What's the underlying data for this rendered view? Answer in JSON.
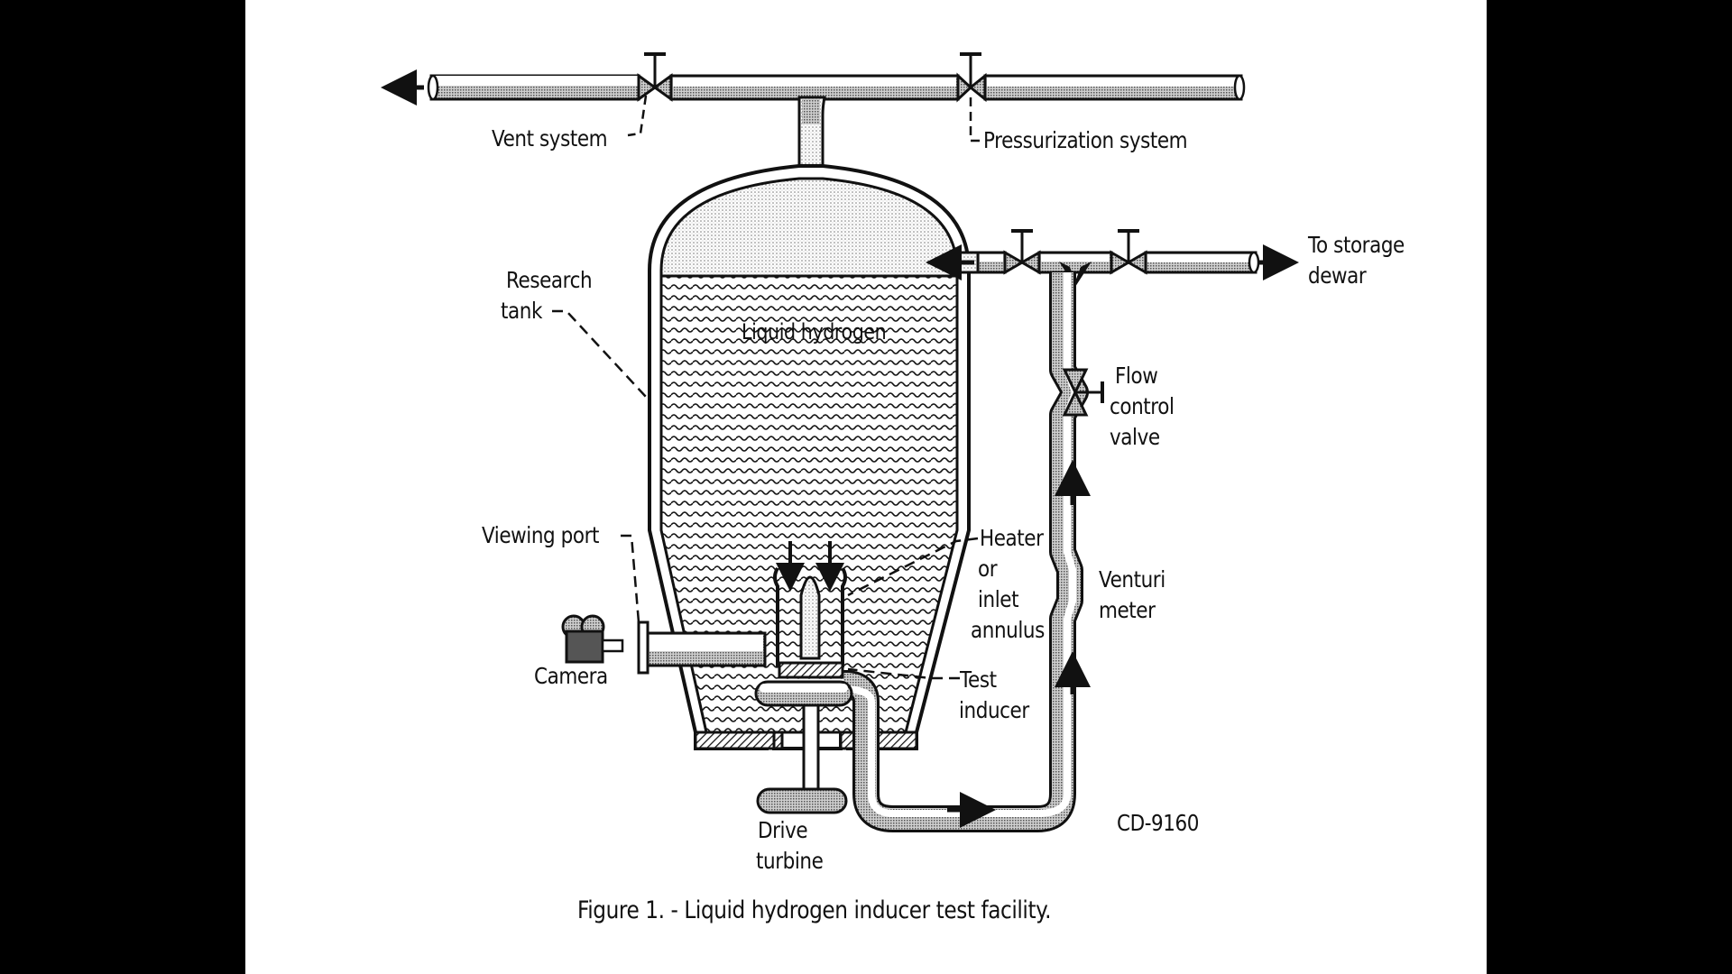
{
  "figure": {
    "caption": "Figure 1. - Liquid hydrogen inducer test facility.",
    "code": "CD-9160",
    "title": "Liquid hydrogen inducer test facility"
  },
  "labels": {
    "vent_system": "Vent system",
    "pressurization_system": "Pressurization system",
    "research_tank_line1": "Research",
    "research_tank_line2": "tank",
    "liquid_hydrogen": "Liquid hydrogen",
    "to_storage_line1": "To storage",
    "to_storage_line2": "dewar",
    "flow_control_line1": "Flow",
    "flow_control_line2": "control",
    "flow_control_line3": "valve",
    "viewing_port": "Viewing port",
    "camera": "Camera",
    "heater_line1": "Heater",
    "heater_line2": "or",
    "heater_line3": "inlet",
    "heater_line4": "annulus",
    "venturi_line1": "Venturi",
    "venturi_line2": "meter",
    "test_inducer_line1": "Test",
    "test_inducer_line2": "inducer",
    "drive_turbine_line1": "Drive",
    "drive_turbine_line2": "turbine"
  },
  "colors": {
    "background": "#ffffff",
    "border": "#000000",
    "ink": "#111111",
    "stipple": "#9a9a9a"
  }
}
